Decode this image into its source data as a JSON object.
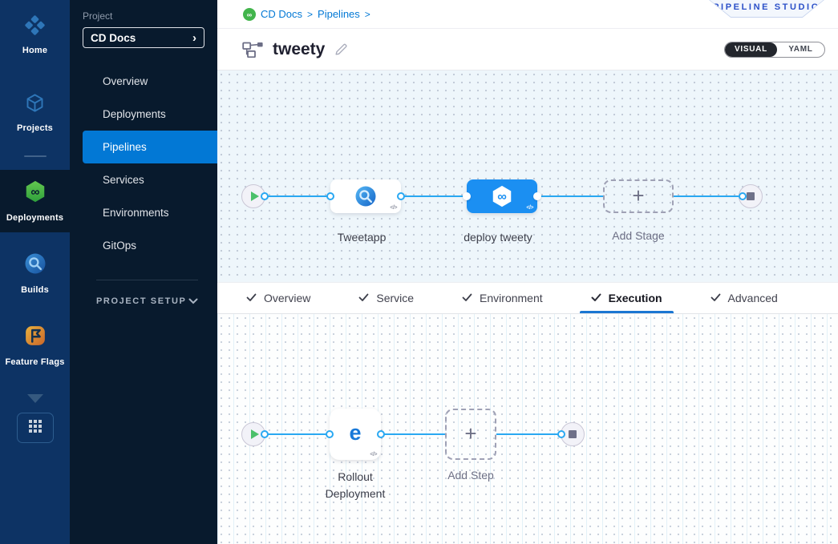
{
  "left_rail": {
    "modules": [
      {
        "label": "Home",
        "active": false
      },
      {
        "label": "Projects",
        "active": false
      },
      {
        "label": "Deployments",
        "active": true
      },
      {
        "label": "Builds",
        "active": false
      },
      {
        "label": "Feature Flags",
        "active": false
      }
    ]
  },
  "sidebar": {
    "project_label": "Project",
    "project_name": "CD Docs",
    "project_chevron": "›",
    "items": [
      {
        "label": "Overview",
        "active": false
      },
      {
        "label": "Deployments",
        "active": false
      },
      {
        "label": "Pipelines",
        "active": true
      },
      {
        "label": "Services",
        "active": false
      },
      {
        "label": "Environments",
        "active": false
      },
      {
        "label": "GitOps",
        "active": false
      }
    ],
    "setup_label": "PROJECT SETUP"
  },
  "header": {
    "breadcrumb": [
      {
        "label": "CD Docs"
      },
      {
        "label": "Pipelines"
      }
    ],
    "breadcrumb_separator": ">",
    "studio_badge": "PIPELINE STUDIO",
    "pipeline_title": "tweety",
    "view_toggle": {
      "options": [
        "VISUAL",
        "YAML"
      ],
      "selected": "VISUAL"
    }
  },
  "stage_canvas": {
    "stages": [
      {
        "label": "Tweetapp",
        "type": "build"
      },
      {
        "label": "deploy tweety",
        "type": "deploy",
        "selected": true
      },
      {
        "label": "Add Stage",
        "type": "add"
      }
    ]
  },
  "tabs": [
    {
      "label": "Overview",
      "checked": true,
      "active": false
    },
    {
      "label": "Service",
      "checked": true,
      "active": false
    },
    {
      "label": "Environment",
      "checked": true,
      "active": false
    },
    {
      "label": "Execution",
      "checked": true,
      "active": true
    },
    {
      "label": "Advanced",
      "checked": true,
      "active": false
    }
  ],
  "execution_canvas": {
    "steps": [
      {
        "label": "Rollout Deployment",
        "type": "step"
      },
      {
        "label": "Add Step",
        "type": "add"
      }
    ]
  },
  "icons": {
    "code_glyph": "</>",
    "plus_glyph": "+"
  },
  "colors": {
    "accent_blue": "#0278d5",
    "selected_node_blue": "#1b8ff2",
    "connector_blue": "#29a8f2",
    "deploy_green": "#42b54c",
    "rail_navy": "#0d3364",
    "sidebar_navy": "#081a2d",
    "badge_blue": "#2b50c8",
    "toggle_dark": "#23262d"
  }
}
